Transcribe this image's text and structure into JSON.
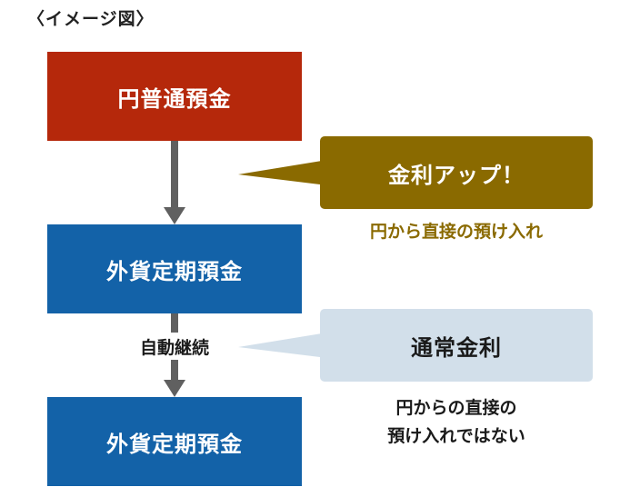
{
  "title": "〈イメージ図〉",
  "flow": {
    "box1_label": "円普通預金",
    "box2_label": "外貨定期預金",
    "box3_label": "外貨定期預金",
    "transition_label": "自動継続"
  },
  "callouts": {
    "upgrade": {
      "label": "金利アップ！",
      "note": "円から直接の預け入れ"
    },
    "normal": {
      "label": "通常金利",
      "note_line1": "円からの直接の",
      "note_line2": "預け入れではない"
    }
  },
  "colors": {
    "yen_box": "#b5280b",
    "fx_box": "#1362a8",
    "upgrade_callout": "#8a6a00",
    "normal_callout": "#d2dfea",
    "arrow": "#606060",
    "upgrade_note_text": "#8a6a00"
  }
}
